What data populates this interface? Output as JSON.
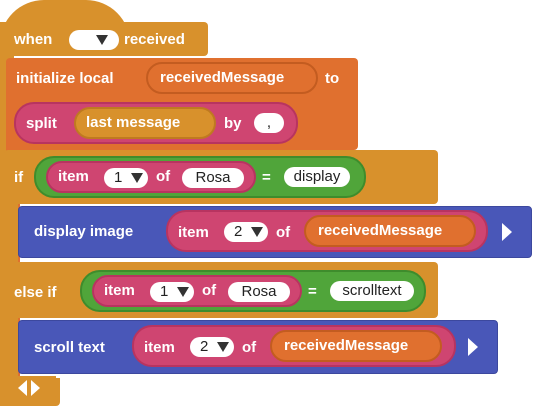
{
  "event_block": {
    "when_label": "when",
    "component_value": "",
    "received_label": "received"
  },
  "init_block": {
    "label": "initialize local",
    "var_name": "receivedMessage",
    "to_label": "to"
  },
  "split_block": {
    "label": "split",
    "arg": "last message",
    "by_label": "by",
    "separator": ","
  },
  "if_block": {
    "if_label": "if",
    "else_if_label": "else if"
  },
  "condition1": {
    "item_label": "item",
    "index": "1",
    "of_label": "of",
    "list": "Rosa",
    "eq": "=",
    "compare": "display"
  },
  "display_block": {
    "label": "display image",
    "item_label": "item",
    "index": "2",
    "of_label": "of",
    "list": "receivedMessage"
  },
  "condition2": {
    "item_label": "item",
    "index": "1",
    "of_label": "of",
    "list": "Rosa",
    "eq": "=",
    "compare": "scrolltext"
  },
  "scroll_block": {
    "label": "scroll text",
    "item_label": "item",
    "index": "2",
    "of_label": "of",
    "list": "receivedMessage"
  },
  "colors": {
    "event": "#d8912c",
    "variable": "#e0702f",
    "text": "#cf4571",
    "logic": "#50a53a",
    "device": "#4957b8"
  },
  "icons": [
    "dropdown-arrow-icon",
    "expand-arrow-icon",
    "mutator-arrows-icon"
  ]
}
